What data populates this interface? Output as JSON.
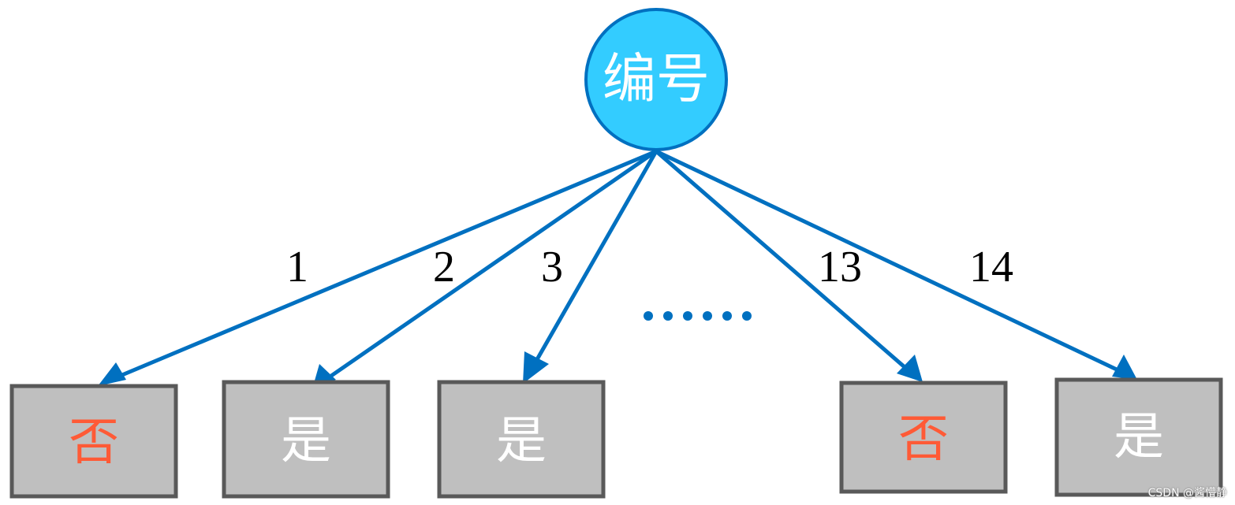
{
  "root": {
    "label": "编号"
  },
  "edges": [
    {
      "label": "1"
    },
    {
      "label": "2"
    },
    {
      "label": "3"
    },
    {
      "label": "13"
    },
    {
      "label": "14"
    }
  ],
  "leaves": [
    {
      "label": "否",
      "color": "#ff5a36"
    },
    {
      "label": "是",
      "color": "#ffffff"
    },
    {
      "label": "是",
      "color": "#ffffff"
    },
    {
      "label": "否",
      "color": "#ff5a36"
    },
    {
      "label": "是",
      "color": "#ffffff"
    }
  ],
  "ellipsis": {
    "dot_count": 6,
    "color": "#0070c0"
  },
  "colors": {
    "root_fill": "#33ccff",
    "root_stroke": "#0070c0",
    "edge": "#0070c0",
    "leaf_fill": "#bfbfbf",
    "leaf_stroke": "#595959"
  },
  "watermark": "CSDN @酱懵静"
}
